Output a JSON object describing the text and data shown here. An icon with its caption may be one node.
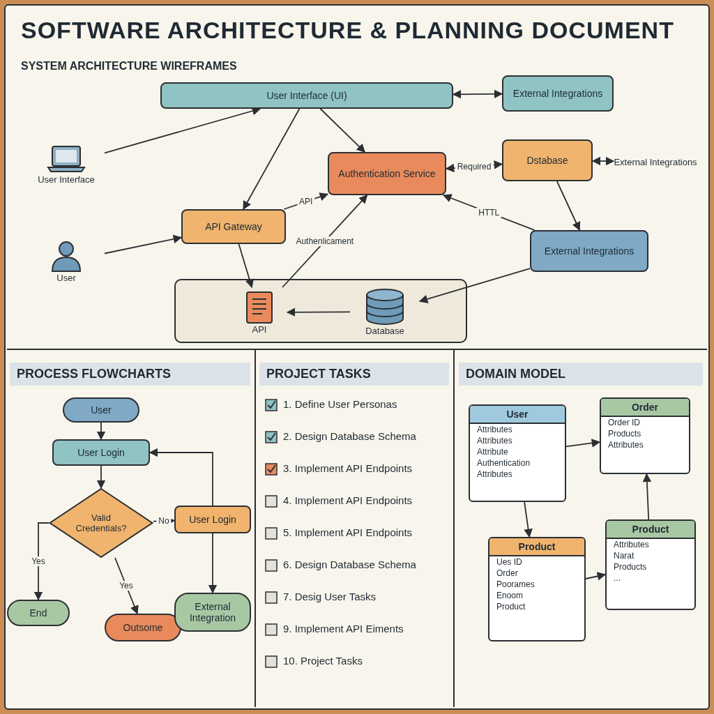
{
  "diagram": {
    "title": "SOFTWARE ARCHITECTURE & PLANNING DOCUMENT",
    "nodes": [
      {
        "text": [
          "User Interface (UI)"
        ]
      },
      {
        "text": [
          "External Integrations"
        ]
      },
      {
        "text": [
          "User Interface"
        ]
      },
      {
        "text": [
          "User"
        ]
      },
      {
        "text": [
          "Authentication Service"
        ]
      },
      {
        "text": [
          "API Gateway"
        ]
      },
      {
        "text": [
          "Dstabase"
        ]
      },
      {
        "text": [
          "External Integrations"
        ]
      },
      {
        "text": [
          "External Integrations"
        ]
      },
      {
        "text": [
          "API"
        ],
        "in": 11
      },
      {
        "text": [
          "Database"
        ],
        "in": 11
      },
      {
        "text": [],
        "shape": "box"
      },
      {
        "text": [
          "User"
        ]
      },
      {
        "text": [
          "User Login"
        ]
      },
      {
        "text": [
          "Valid Credentials?"
        ]
      },
      {
        "text": [
          "User Login"
        ]
      },
      {
        "text": [
          "End"
        ]
      },
      {
        "text": [
          "Outsome"
        ]
      },
      {
        "text": [
          "External Integration"
        ]
      },
      {
        "text": [
          "User",
          "Attributes",
          "Attributes",
          "Attribute",
          "Authentication",
          "Attributes"
        ]
      },
      {
        "text": [
          "Order",
          "Order ID",
          "Products",
          "Attributes"
        ]
      },
      {
        "text": [
          "Product",
          "Ues ID",
          "Order",
          "Poorames",
          "Enoom",
          "Product"
        ]
      },
      {
        "text": [
          "Product",
          "Attributes",
          "Narat",
          "Products",
          "..."
        ]
      }
    ],
    "edges": [
      {
        "from": 2,
        "to": 0,
        "arrow": "to"
      },
      {
        "from": 0,
        "to": 1,
        "arrow": "both"
      },
      {
        "from": 0,
        "to": 5,
        "arrow": "to"
      },
      {
        "from": 0,
        "to": 4,
        "arrow": "to"
      },
      {
        "from": 3,
        "to": 5,
        "arrow": "to"
      },
      {
        "from": 5,
        "to": 4,
        "arrow": "to",
        "label": "API"
      },
      {
        "from": 4,
        "to": 6,
        "arrow": "both",
        "label": "Required"
      },
      {
        "from": 6,
        "to": 7,
        "arrow": "both"
      },
      {
        "from": 6,
        "to": 8,
        "arrow": "to"
      },
      {
        "from": 5,
        "to": 9,
        "arrow": "to"
      },
      {
        "from": 10,
        "to": 9,
        "arrow": "to"
      },
      {
        "from": 8,
        "to": 10,
        "arrow": "to"
      },
      {
        "from": 9,
        "to": 4,
        "arrow": "to",
        "label": "Authenlicament"
      },
      {
        "from": 8,
        "to": 4,
        "arrow": "to",
        "label": "HTTL"
      },
      {
        "from": 12,
        "to": 13,
        "arrow": "to"
      },
      {
        "from": 13,
        "to": 14,
        "arrow": "to"
      },
      {
        "from": 14,
        "to": 15,
        "arrow": "to",
        "label": "No"
      },
      {
        "from": 15,
        "to": 13,
        "arrow": "to"
      },
      {
        "from": 14,
        "to": 16,
        "arrow": "to",
        "label": "Yes"
      },
      {
        "from": 14,
        "to": 17,
        "arrow": "to",
        "label": "Yes"
      },
      {
        "from": 15,
        "to": 18,
        "arrow": "to"
      },
      {
        "from": 19,
        "to": 20,
        "arrow": "to"
      },
      {
        "from": 19,
        "to": 21,
        "arrow": "to"
      },
      {
        "from": 21,
        "to": 22,
        "arrow": "to"
      },
      {
        "from": 22,
        "to": 20,
        "arrow": "to"
      }
    ],
    "labels": [
      "SYSTEM ARCHITECTURE WIREFRAMES",
      "PROCESS FLOWCHARTS",
      "PROJECT TASKS",
      "1. Define User Personas",
      "2. Design Database Schema",
      "3. Implement API Endpoints",
      "4. Implement API Endpoints",
      "5. Implement API Endpoints",
      "6. Design Database Schema",
      "7. Desig User Tasks",
      "9. Implement API Eiments",
      "10. Project Tasks",
      "DOMAIN MODEL"
    ]
  }
}
